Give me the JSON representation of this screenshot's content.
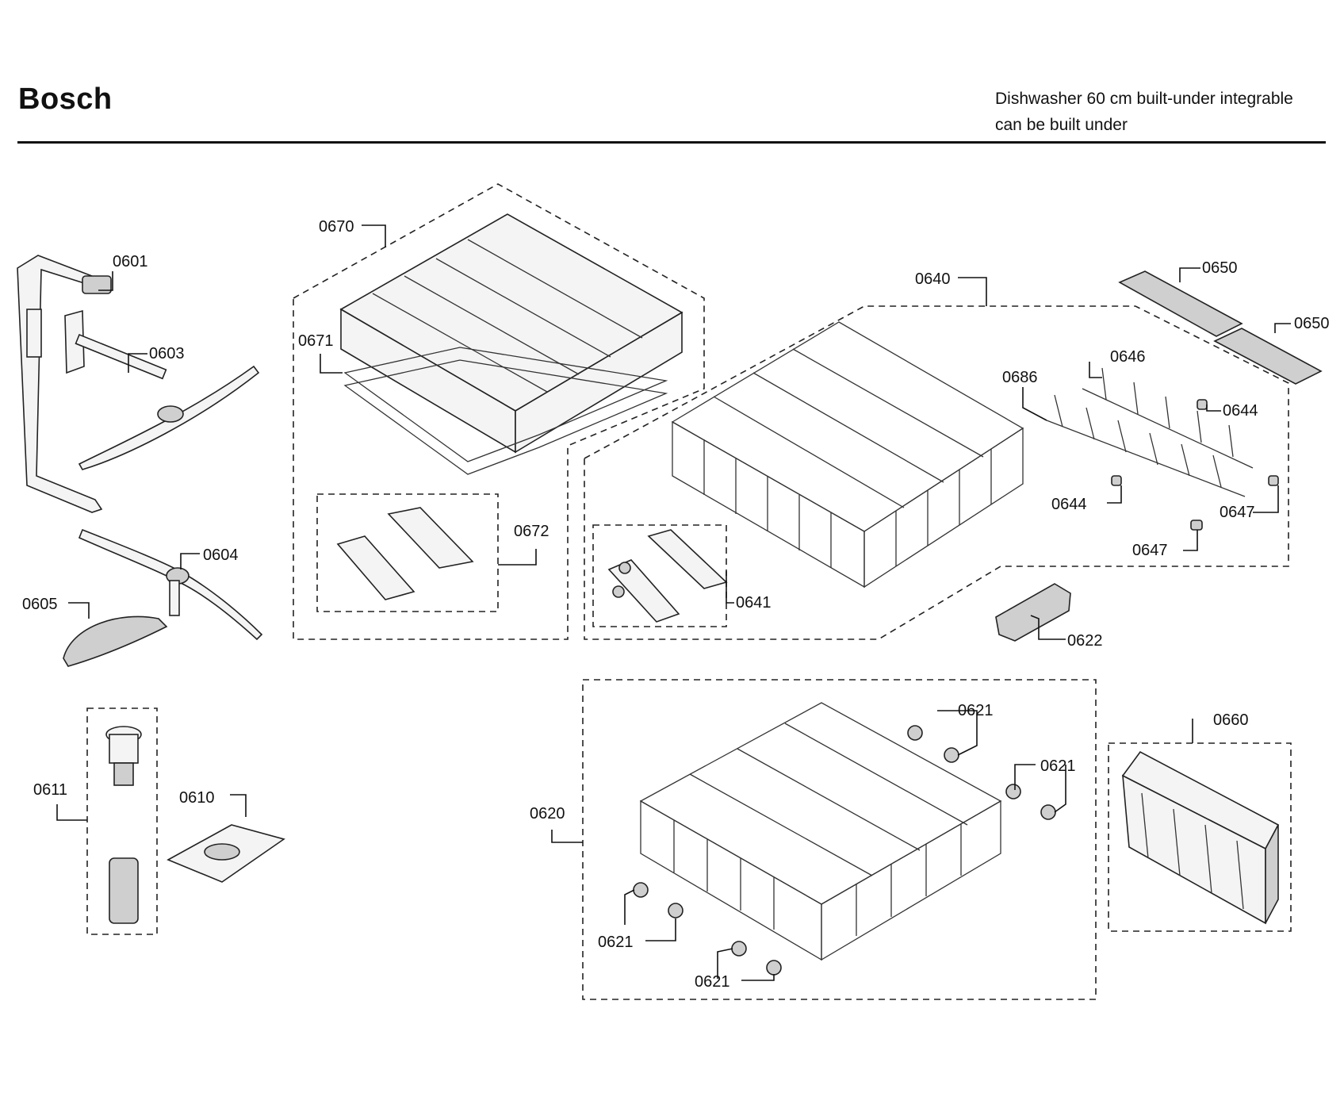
{
  "header": {
    "brand": "Bosch",
    "description_line1": "Dishwasher 60 cm built-under integrable",
    "description_line2": "can be built under"
  },
  "callouts": {
    "c0601": "0601",
    "c0603": "0603",
    "c0604": "0604",
    "c0605": "0605",
    "c0610": "0610",
    "c0611": "0611",
    "c0620": "0620",
    "c0621a": "0621",
    "c0621b": "0621",
    "c0621c": "0621",
    "c0621d": "0621",
    "c0622": "0622",
    "c0640": "0640",
    "c0641": "0641",
    "c0644a": "0644",
    "c0644b": "0644",
    "c0646": "0646",
    "c0647a": "0647",
    "c0647b": "0647",
    "c0650a": "0650",
    "c0650b": "0650",
    "c0660": "0660",
    "c0670": "0670",
    "c0671": "0671",
    "c0672": "0672",
    "c0686": "0686"
  }
}
